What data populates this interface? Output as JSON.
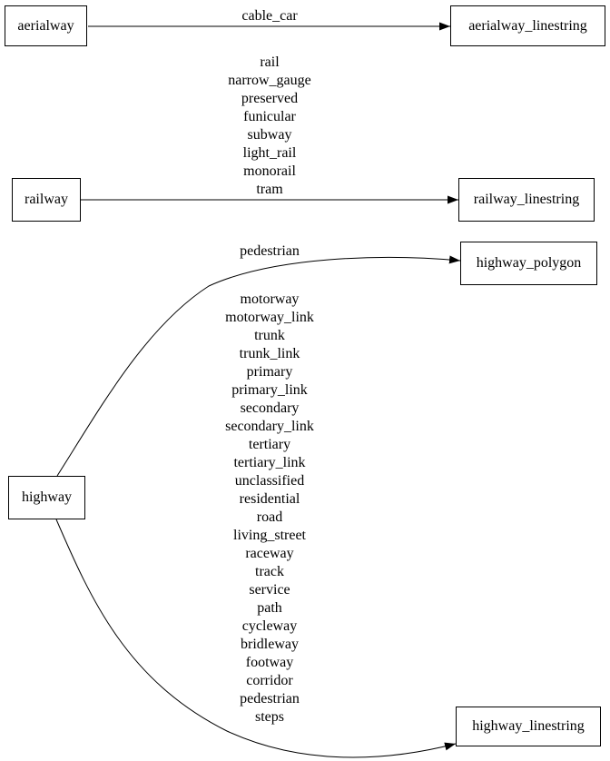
{
  "colors": {
    "background": "#ffffff",
    "stroke": "#000000",
    "text": "#000000"
  },
  "diagram": {
    "type": "directed-graph",
    "nodes": [
      {
        "id": "aerialway",
        "label": "aerialway"
      },
      {
        "id": "aerialway_linestring",
        "label": "aerialway_linestring"
      },
      {
        "id": "railway",
        "label": "railway"
      },
      {
        "id": "railway_linestring",
        "label": "railway_linestring"
      },
      {
        "id": "highway",
        "label": "highway"
      },
      {
        "id": "highway_polygon",
        "label": "highway_polygon"
      },
      {
        "id": "highway_linestring",
        "label": "highway_linestring"
      }
    ],
    "edges": [
      {
        "from": "aerialway",
        "to": "aerialway_linestring",
        "labels": [
          "cable_car"
        ]
      },
      {
        "from": "railway",
        "to": "railway_linestring",
        "labels": [
          "rail",
          "narrow_gauge",
          "preserved",
          "funicular",
          "subway",
          "light_rail",
          "monorail",
          "tram"
        ]
      },
      {
        "from": "highway",
        "to": "highway_polygon",
        "labels": [
          "pedestrian"
        ]
      },
      {
        "from": "highway",
        "to": "highway_linestring",
        "labels": [
          "motorway",
          "motorway_link",
          "trunk",
          "trunk_link",
          "primary",
          "primary_link",
          "secondary",
          "secondary_link",
          "tertiary",
          "tertiary_link",
          "unclassified",
          "residential",
          "road",
          "living_street",
          "raceway",
          "track",
          "service",
          "path",
          "cycleway",
          "bridleway",
          "footway",
          "corridor",
          "pedestrian",
          "steps"
        ]
      }
    ]
  }
}
